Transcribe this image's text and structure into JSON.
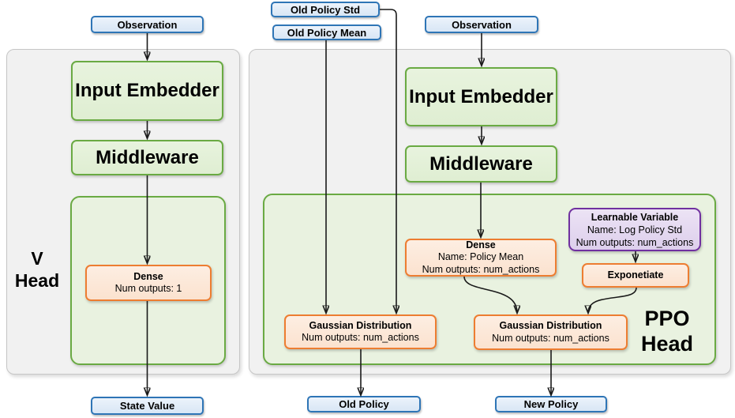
{
  "colors": {
    "blue_border": "#2E75B6",
    "blue_fill": "#DEEBF7",
    "green_border": "#6AAA43",
    "green_fill": "#E2EFDA",
    "green_container_fill": "#E9F2E0",
    "orange_border": "#ED7D31",
    "orange_fill": "#FBE5D6",
    "purple_border": "#7030A0",
    "purple_fill": "#E2D5EC",
    "panel_fill": "#F1F1F1",
    "arrow": "#1A1A1A"
  },
  "v_head": {
    "panel_label": {
      "line1": "V",
      "line2": "Head"
    },
    "observation": "Observation",
    "input_embedder": "Input Embedder",
    "middleware": "Middleware",
    "dense": {
      "title": "Dense",
      "outputs": "Num outputs: 1"
    },
    "state_value": "State Value"
  },
  "ppo_head": {
    "panel_label": {
      "line1": "PPO",
      "line2": "Head"
    },
    "inputs": {
      "old_policy_std": "Old Policy Std",
      "old_policy_mean": "Old Policy Mean",
      "observation": "Observation"
    },
    "input_embedder": "Input Embedder",
    "middleware": "Middleware",
    "dense": {
      "title": "Dense",
      "name": "Name: Policy Mean",
      "outputs": "Num outputs: num_actions"
    },
    "learnable_variable": {
      "title": "Learnable Variable",
      "name": "Name: Log Policy Std",
      "outputs": "Num outputs: num_actions"
    },
    "exponetiate": "Exponetiate",
    "gaussian_old": {
      "title": "Gaussian Distribution",
      "outputs": "Num outputs: num_actions"
    },
    "gaussian_new": {
      "title": "Gaussian Distribution",
      "outputs": "Num outputs: num_actions"
    },
    "outputs": {
      "old_policy": "Old Policy",
      "new_policy": "New Policy"
    }
  }
}
